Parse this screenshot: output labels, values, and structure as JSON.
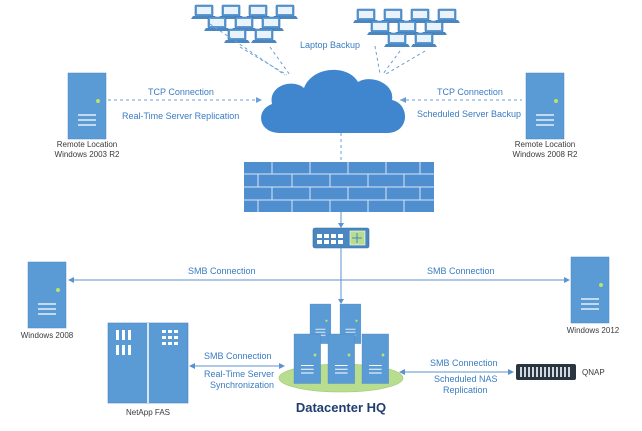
{
  "title": "Datacenter HQ",
  "labels": {
    "laptop_backup": "Laptop Backup",
    "tcp_left": "TCP Connection",
    "replication_left": "Real-Time Server Replication",
    "tcp_right": "TCP Connection",
    "backup_right": "Scheduled Server Backup",
    "smb_left": "SMB Connection",
    "smb_right": "SMB Connection",
    "smb_netapp": "SMB Connection",
    "sync_netapp_1": "Real-Time Server",
    "sync_netapp_2": "Synchronization",
    "smb_qnap": "SMB Connection",
    "nas_repl_1": "Scheduled NAS",
    "nas_repl_2": "Replication"
  },
  "devices": {
    "remote_left_1": "Remote Location",
    "remote_left_2": "Windows 2003 R2",
    "remote_right_1": "Remote Location",
    "remote_right_2": "Windows 2008 R2",
    "win2008": "Windows 2008",
    "win2012": "Windows 2012",
    "netapp": "NetApp FAS",
    "qnap": "QNAP"
  },
  "colors": {
    "server": "#5b9bd5",
    "cloud": "#3f86cf",
    "firewall": "#4f8fd0",
    "base": "#b9dd8f"
  }
}
